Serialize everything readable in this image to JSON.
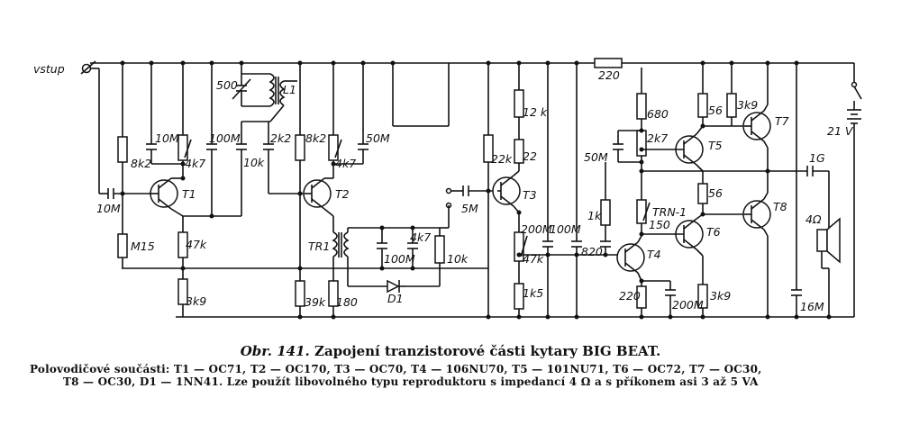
{
  "caption": {
    "figure_number": "Obr. 141.",
    "title": "Zapojení tranzistorové části kytary BIG BEAT.",
    "line1": "Polovodičové součásti: T1 — OC71, T2 — OC170, T3 — OC70, T4 — 106NU70, T5 — 101NU71, T6 — OC72, T7 — OC30,",
    "line2": "T8 — OC30, D1 — 1NN41. Lze použít libovolného typu reproduktoru s impedancí 4 Ω a s příkonem asi 3 až 5 VA"
  },
  "labels": {
    "vstup": "vstup",
    "r_220": "220",
    "c_500": "500",
    "l1": "L1",
    "c_10m_a": "10M",
    "c_100m_a": "100M",
    "r_2k2": "2k2",
    "r_8k2_b": "8k2",
    "c_50m_a": "50M",
    "r_8k2_a": "8k2",
    "r_4k7_a": "4k7",
    "c_10k": "10k",
    "r_4k7_b": "4k7",
    "c_10m_b": "10M",
    "t1": "T1",
    "t2": "T2",
    "r_m15": "M15",
    "r_47k_a": "47k",
    "r_3k9_a": "3k9",
    "tr1": "TR1",
    "c_100m_b": "100M",
    "r_4k7_c": "4k7",
    "r_10k": "10k",
    "d1": "D1",
    "r_39k": "39k",
    "r_180": "180",
    "c_5m": "5M",
    "r_22k": "22k",
    "r_12k": "12 k",
    "r_22": "22",
    "t3": "T3",
    "c_200m_a": "200M",
    "c_100m_c": "100M",
    "r_47k_b": "47k",
    "r_1k5": "1k5",
    "r_680": "680",
    "c_50m_b": "50M",
    "r_2k7": "2k7",
    "r_1k": "1k",
    "trn1": "TRN-1",
    "r_150": "150",
    "c_820": "820",
    "t4": "T4",
    "r_220_b": "220",
    "c_200m_b": "200M",
    "r_56_a": "56",
    "t5": "T5",
    "r_56_b": "56",
    "t6": "T6",
    "r_3k9_b": "3k9",
    "r_3k9_c": "3k9",
    "t7": "T7",
    "t8": "T8",
    "c_1g": "1G",
    "ohm4": "4Ω",
    "c_16m": "16M",
    "v21": "21 V"
  }
}
